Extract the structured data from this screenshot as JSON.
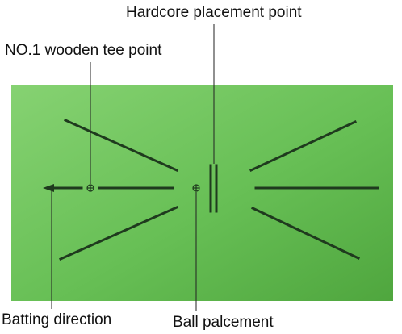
{
  "labels": {
    "hardcore_placement_point": "Hardcore placement point",
    "wooden_tee_point": "NO.1 wooden tee point",
    "batting_direction": "Batting direction",
    "ball_placement": "Ball palcement"
  },
  "colors": {
    "mat_light": "#86d272",
    "mat_mid": "#67bf55",
    "mat_dark": "#4fa63e",
    "guide_line": "#1f3a1e",
    "callout_line": "#222222",
    "text": "#111111"
  },
  "icons": {
    "tee_marker": "circle-plus-icon",
    "ball_marker": "circle-plus-icon",
    "direction_arrow": "arrow-left-icon"
  }
}
